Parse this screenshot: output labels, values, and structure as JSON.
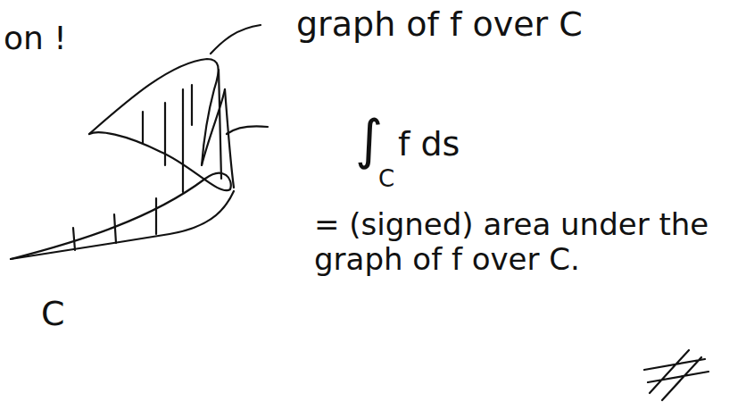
{
  "diagram": {
    "labels": [
      "on !",
      "graph of f over C",
      "∫",
      "C",
      "f ds",
      "= (signed) area under the graph of f over C.",
      "C"
    ]
  }
}
